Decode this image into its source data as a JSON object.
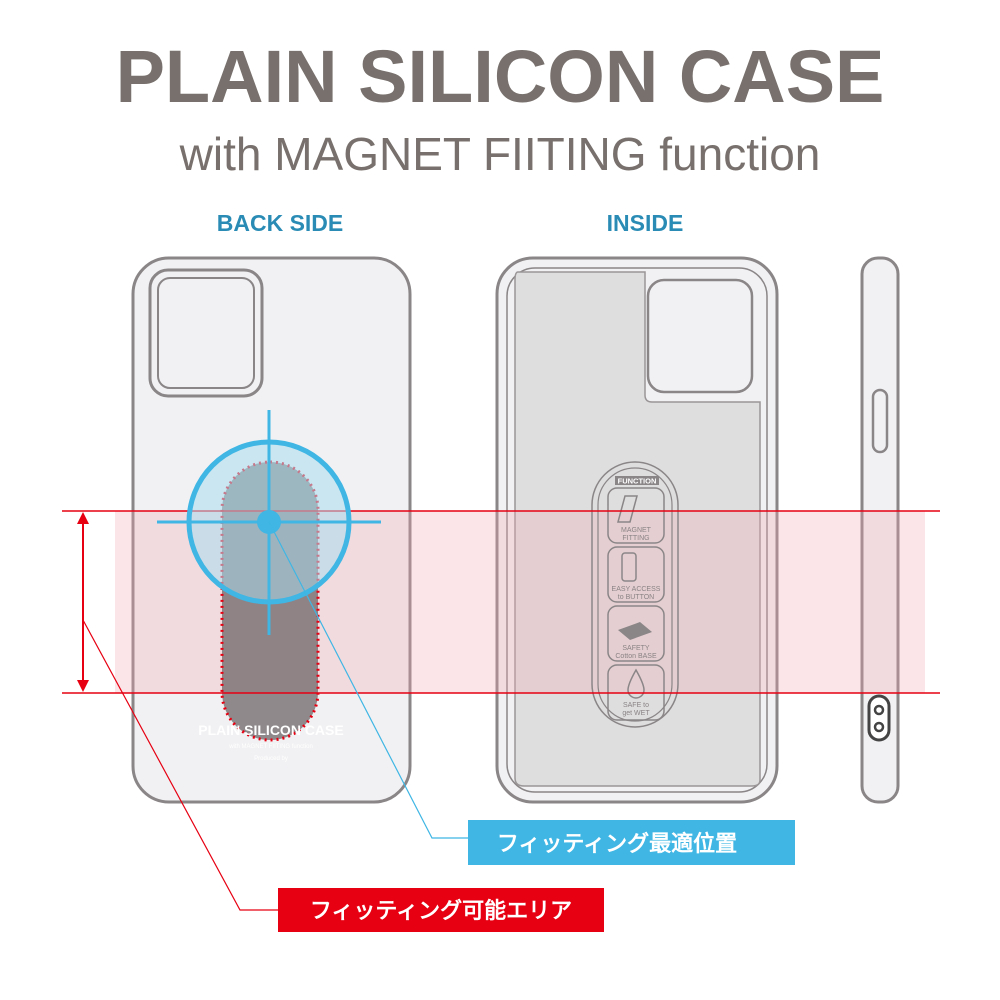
{
  "title": "PLAIN SILICON CASE",
  "subtitle": "with MAGNET FIITING function",
  "views": {
    "back": "BACK SIDE",
    "inside": "INSIDE"
  },
  "function_panel": {
    "header": "FUNCTION",
    "items": [
      {
        "line1": "MAGNET",
        "line2": "FITTING",
        "icon": "magnet-phone-icon"
      },
      {
        "line1": "EASY ACCESS",
        "line2": "to BUTTON",
        "icon": "hand-phone-icon"
      },
      {
        "line1": "SAFETY",
        "line2": "Cotton BASE",
        "icon": "finger-pad-icon"
      },
      {
        "line1": "SAFE to",
        "line2": "get WET",
        "icon": "water-drop-icon"
      }
    ]
  },
  "back_print": {
    "line1": "PLAIN SILICON CASE",
    "line2": "with MAGNET FIITING function",
    "line3": "Produced by"
  },
  "labels": {
    "optimal": "フィッティング最適位置",
    "area": "フィッティング可能エリア"
  },
  "colors": {
    "title": "#77706c",
    "heading": "#2a8cb5",
    "optimal": "#3fb6e4",
    "area": "#e60012"
  }
}
